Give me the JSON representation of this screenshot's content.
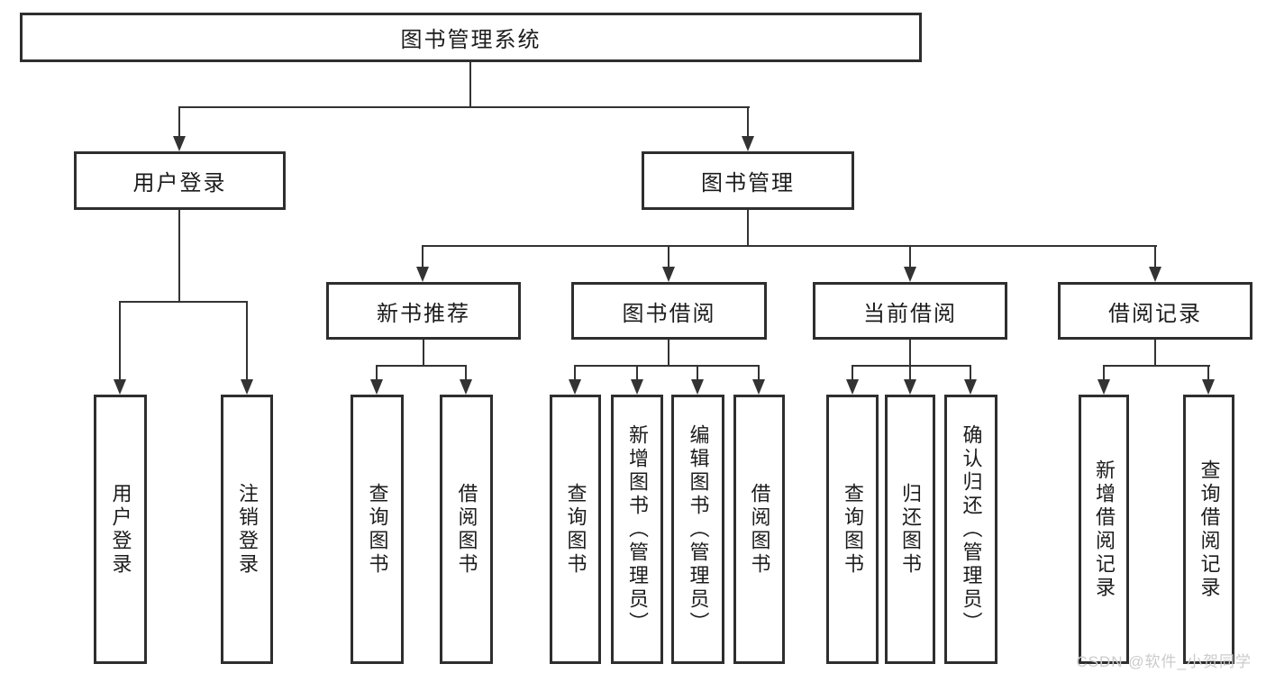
{
  "diagram": {
    "root": {
      "label": "图书管理系统"
    },
    "level2": [
      {
        "label": "用户登录"
      },
      {
        "label": "图书管理"
      }
    ],
    "level3": [
      {
        "label": "新书推荐"
      },
      {
        "label": "图书借阅"
      },
      {
        "label": "当前借阅"
      },
      {
        "label": "借阅记录"
      }
    ],
    "leaves": {
      "user_login": [
        "用户登录",
        "注销登录"
      ],
      "new_books": [
        "查询图书",
        "借阅图书"
      ],
      "book_borrowing": [
        "查询图书",
        "新增图书（管理员）",
        "编辑图书（管理员）",
        "借阅图书"
      ],
      "current_borrowing": [
        "查询图书",
        "归还图书",
        "确认归还（管理员）"
      ],
      "borrowing_records": [
        "新增借阅记录",
        "查询借阅记录"
      ]
    }
  },
  "colors": {
    "line": "#333333",
    "border": "#2e2e2e",
    "text": "#1c1c1c",
    "background": "#ffffff",
    "watermark": "#cbcbcb"
  },
  "watermark": {
    "text": "CSDN @软件_小贺同学"
  }
}
